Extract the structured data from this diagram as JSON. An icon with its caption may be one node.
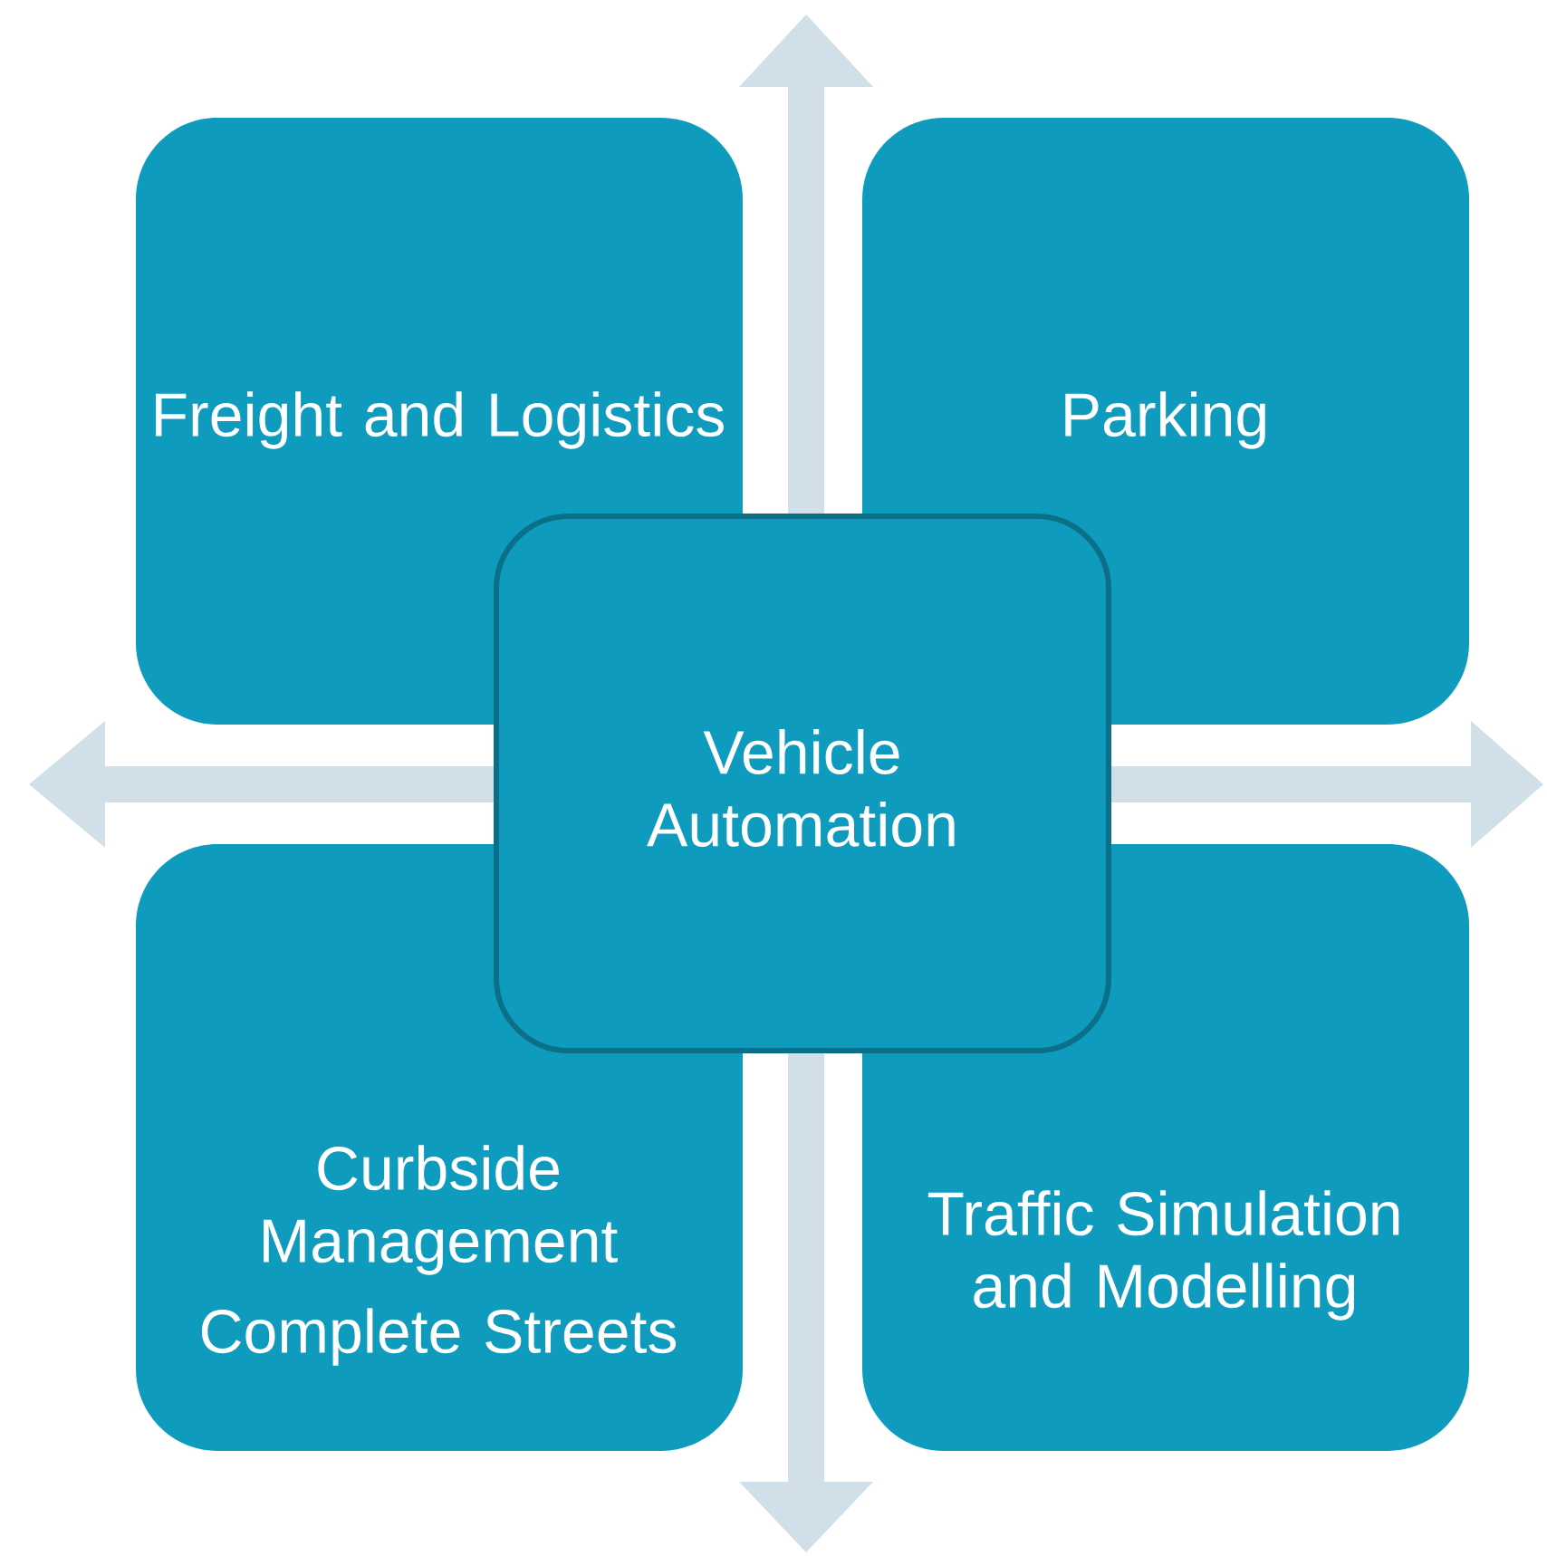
{
  "diagram": {
    "nodes": [
      {
        "text": [
          "Freight and Logistics"
        ]
      },
      {
        "text": [
          "Parking"
        ]
      },
      {
        "text": [
          "Curbside Management",
          "Complete Streets"
        ]
      },
      {
        "text": [
          "Traffic Simulation and Modelling"
        ]
      },
      {
        "text": [
          "Vehicle Automation"
        ]
      }
    ]
  }
}
